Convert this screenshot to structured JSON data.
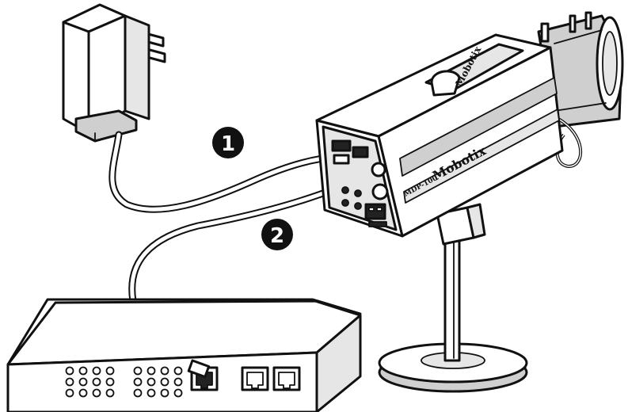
{
  "callouts": [
    {
      "label": "1",
      "connection": "power-cable"
    },
    {
      "label": "2",
      "connection": "network-cable"
    }
  ],
  "camera": {
    "brand_side": "Mobotix",
    "brand_top": "Mobotix",
    "model": "MDP-100"
  },
  "hub": {
    "led_grid": {
      "rows": 3,
      "cols": 8
    },
    "ports": 3
  },
  "colors": {
    "ink": "#111111",
    "paper": "#ffffff",
    "badge": "#111111"
  },
  "icons": [
    "power-adapter-icon",
    "ip-camera-icon",
    "camera-stand-icon",
    "network-switch-icon",
    "rj45-port-icon"
  ]
}
